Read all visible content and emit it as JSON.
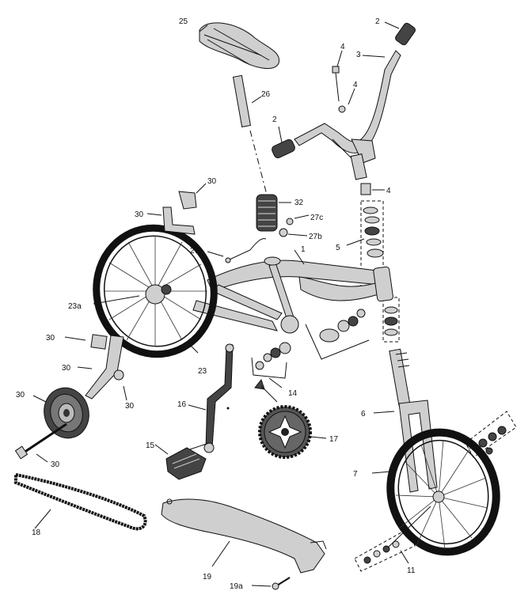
{
  "labels": {
    "l2a": "2",
    "l3": "3",
    "l4a": "4",
    "l4b": "4",
    "l25": "25",
    "l26": "26",
    "l2b": "2",
    "l4c": "4",
    "l32": "32",
    "l27c": "27c",
    "l27b": "27b",
    "l27a": "27a",
    "l5": "5",
    "l1": "1",
    "l30a": "30",
    "l30b": "30",
    "l23a": "23a",
    "l30c": "30",
    "l30d": "30",
    "l23": "23",
    "l14": "14",
    "l30e": "30",
    "l30f": "30",
    "l16": "16",
    "l6": "6",
    "l17": "17",
    "l15": "15",
    "l30g": "30",
    "l7": "7",
    "l18": "18",
    "l11": "11",
    "l19": "19",
    "l19a": "19a"
  }
}
